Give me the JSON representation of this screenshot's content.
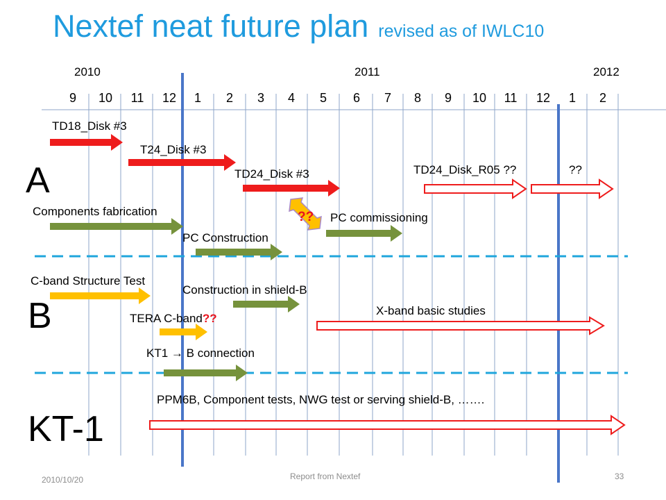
{
  "title": {
    "main": "Nextef neat future plan",
    "sub": "revised  as of IWLC10"
  },
  "years": [
    "2010",
    "2011",
    "2012"
  ],
  "months": [
    "9",
    "10",
    "11",
    "12",
    "1",
    "2",
    "3",
    "4",
    "5",
    "6",
    "7",
    "8",
    "9",
    "10",
    "11",
    "12",
    "1",
    "2"
  ],
  "sections": {
    "a": "A",
    "b": "B",
    "kt1": "KT-1"
  },
  "tasks": {
    "td18": "TD18_Disk #3",
    "t24": "T24_Disk #3",
    "td24": "TD24_Disk #3",
    "td24r05": "TD24_Disk_R05 ??",
    "qq_right": "??",
    "components": "Components fabrication",
    "qq_red": "??",
    "pc_commissioning": "PC commissioning",
    "pc_construction": "PC Construction",
    "cband": "C-band Structure Test",
    "construction_shield": "Construction in shield-B",
    "xband": "X-band basic studies",
    "tera": "TERA C-band",
    "tera_qq": "??",
    "kt1_pre": "KT1",
    "kt1_post": "B connection",
    "ppm": "PPM6B, Component  tests, NWG test or serving shield-B, ……."
  },
  "footer": {
    "date": "2010/10/20",
    "center": "Report from Nextef",
    "page": "33"
  },
  "colors": {
    "title": "#1F9BDE",
    "red": "#ee1c1c",
    "green": "#76923c",
    "yellow": "#ffc000",
    "blue": "#1f6fd1",
    "grid": "#8ea5c9",
    "dash": "#1fa6dc"
  }
}
